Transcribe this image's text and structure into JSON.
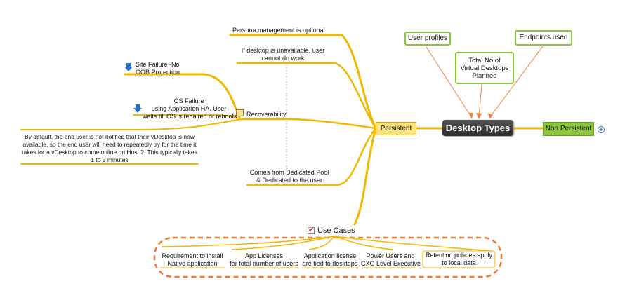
{
  "central": {
    "label": "Desktop Types"
  },
  "persistent": {
    "label": "Persistent"
  },
  "non_persistent": {
    "label": "Non Persistent",
    "expand_glyph": "+"
  },
  "factors": {
    "user_profiles": "User profiles",
    "total_vd_line1": "Total No of",
    "total_vd_line2": "Virtual Desktops",
    "total_vd_line3": "Planned",
    "endpoints": "Endpoints used"
  },
  "branches": {
    "persona": "Persona management is optional",
    "unavailable_line1": "If desktop is unavailable, user",
    "unavailable_line2": "cannot do work",
    "recoverability": "Recoverability",
    "site_failure_line1": "Site Failure -No",
    "site_failure_line2": "OOB Protection",
    "os_failure_line1": "OS Failure",
    "os_failure_line2": "using Application HA. User",
    "os_failure_line3": "waits till OS is repaired or reboots",
    "default_line1": "By default, the end user is not notified that their vDesktop is now",
    "default_line2": "available, so the end user will need to repeatedly try for the time it",
    "default_line3": "takes for a vDesktop to come online on Host 2. This typically takes",
    "default_line4": "1 to 3 minutes",
    "dedicated_line1": "Comes from Dedicated Pool",
    "dedicated_line2": "& Dedicated to the user"
  },
  "use_cases": {
    "label": "Use Cases",
    "items": [
      {
        "line1": "Requirement to install",
        "line2": "Native application"
      },
      {
        "line1": "App Licenses",
        "line2": "for total number of users"
      },
      {
        "line1": "Application license",
        "line2": "are tied to desktops"
      },
      {
        "line1": "Power Users and",
        "line2": "CXO Level Executive"
      },
      {
        "line1": "Retention policies apply",
        "line2": "to local data"
      }
    ]
  },
  "colors": {
    "branch": "#f2b800",
    "arrow_orange": "#f08040",
    "green_border": "#8cc63f",
    "dashed_orange": "#f07a30",
    "icon_blue": "#1f6fd1"
  }
}
